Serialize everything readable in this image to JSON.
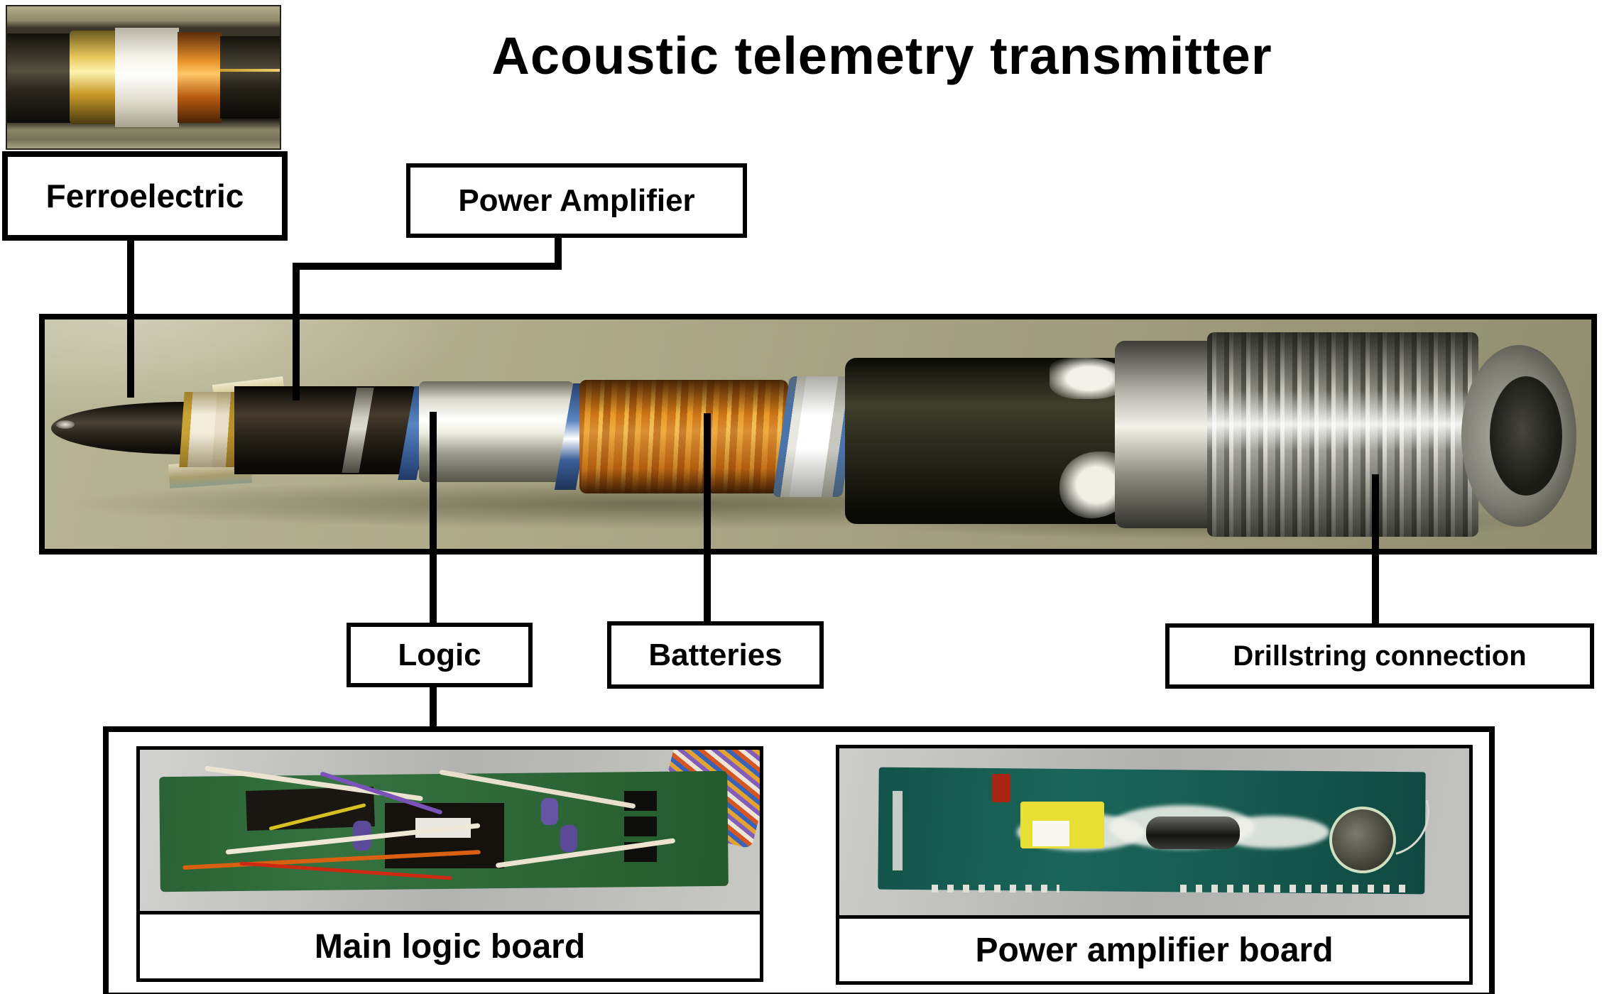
{
  "title": "Acoustic telemetry transmitter",
  "callouts": {
    "ferroelectric": {
      "label": "Ferroelectric"
    },
    "power_amplifier": {
      "label": "Power Amplifier"
    },
    "logic": {
      "label": "Logic"
    },
    "batteries": {
      "label": "Batteries"
    },
    "drillstring_connection": {
      "label": "Drillstring connection"
    }
  },
  "board_panel": {
    "main_logic_board": {
      "label": "Main logic board"
    },
    "power_amplifier_board": {
      "label": "Power amplifier board"
    }
  },
  "colors": {
    "outline_black": "#000000",
    "photo_background_olive": "#a9a685",
    "battery_copper": "#d8871e",
    "chrome_silver": "#e9e9e0",
    "ferroelectric_ceramic_white": "#f2ecda",
    "blue_seal_ring": "#4a74aa",
    "logic_pcb_green": "#2e6b38",
    "amplifier_pcb_teal": "#155a50"
  }
}
